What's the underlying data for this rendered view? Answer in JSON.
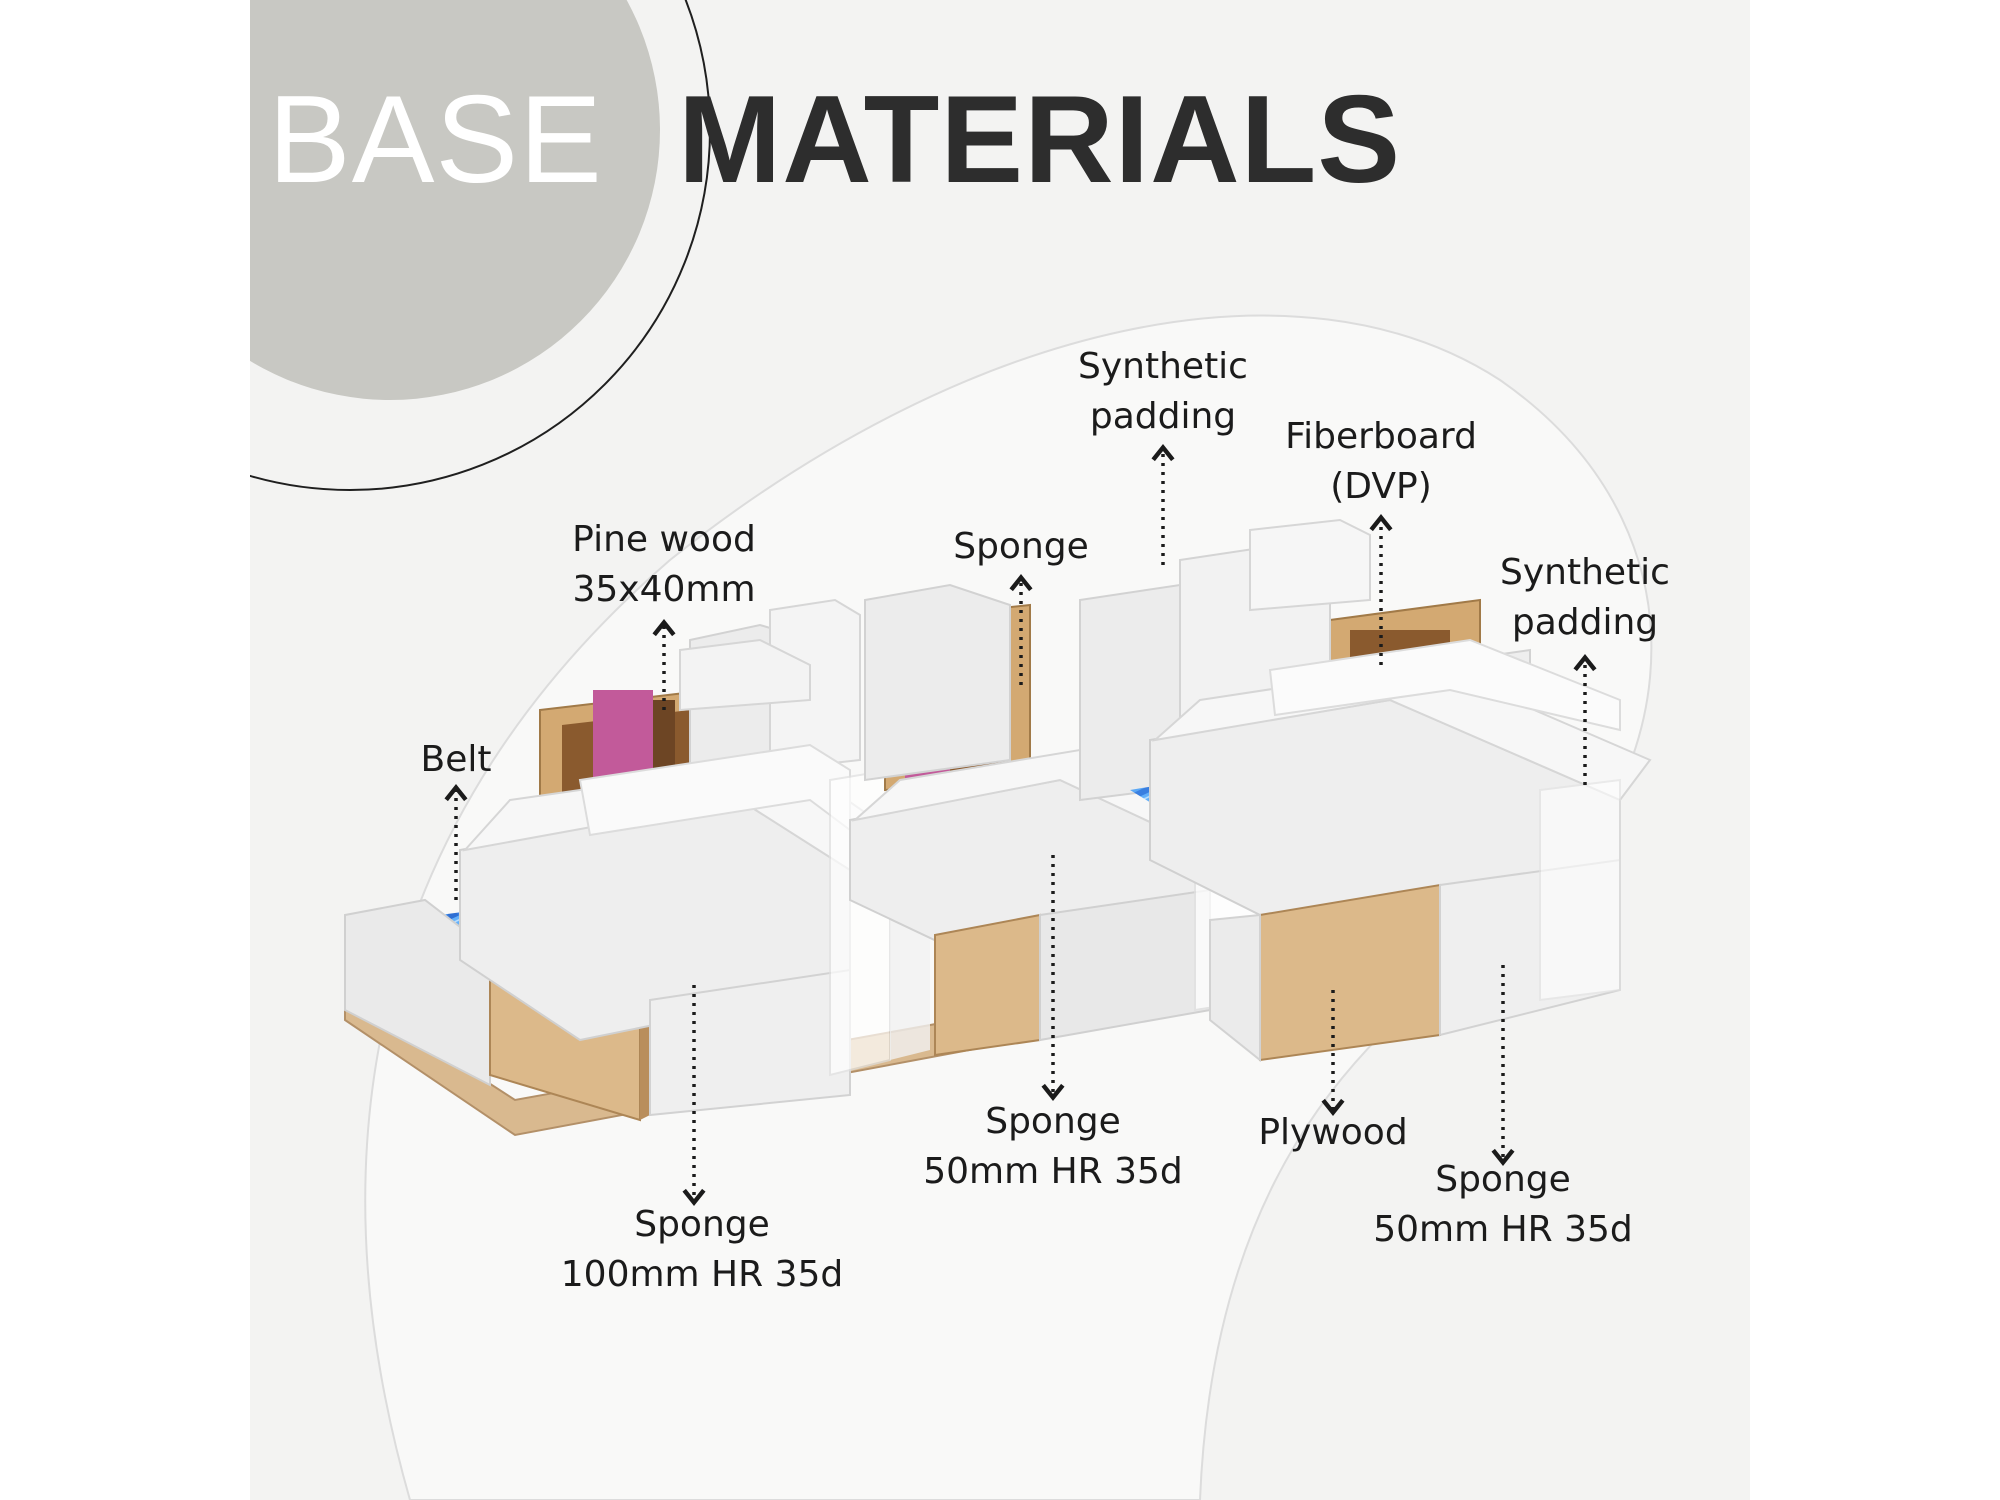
{
  "title": {
    "first_word": "BASE",
    "second_word": "MATERIALS"
  },
  "colors": {
    "background": "#f3f3f2",
    "accent_circle": "#c8c8c3",
    "title_dark": "#2d2d2d",
    "foam": "#ececec",
    "wood": "#d6b387",
    "belt": "#3f86e8",
    "fiberboard": "#b9558f"
  },
  "labels": {
    "belt": [
      "Belt"
    ],
    "pine": [
      "Pine wood",
      "35x40mm"
    ],
    "sponge_top": [
      "Sponge"
    ],
    "synthetic_top": [
      "Synthetic",
      "padding"
    ],
    "fiberboard": [
      "Fiberboard",
      "(DVP)"
    ],
    "synthetic_right": [
      "Synthetic",
      "padding"
    ],
    "sponge_100": [
      "Sponge",
      "100mm HR 35d"
    ],
    "sponge_50_mid": [
      "Sponge",
      "50mm HR 35d"
    ],
    "plywood": [
      "Plywood"
    ],
    "sponge_50_right": [
      "Sponge",
      "50mm HR 35d"
    ]
  }
}
